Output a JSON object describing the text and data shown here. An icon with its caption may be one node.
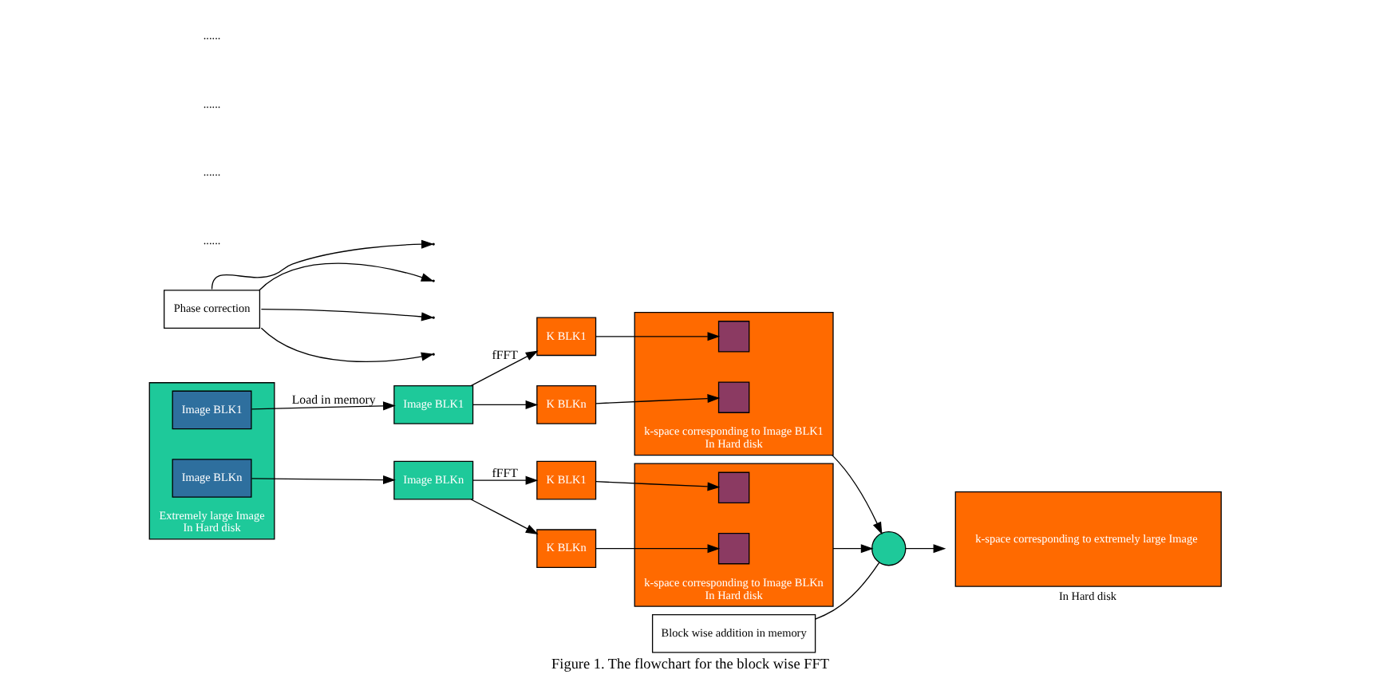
{
  "diagram": {
    "caption": "Figure 1. The flowchart for the block wise FFT",
    "nodes": [
      {
        "text": [
          "Extremely large Image"
        ],
        "beside": [
          "In Hard disk"
        ]
      },
      {
        "text": [
          "Image BLK1"
        ],
        "in": 0
      },
      {
        "text": [
          "Image BLKn"
        ],
        "in": 0
      },
      {
        "text": [
          "Image BLK1"
        ]
      },
      {
        "text": [
          "Image BLKn"
        ]
      },
      {
        "text": [
          "K BLK1"
        ]
      },
      {
        "text": [
          "K BLKn"
        ]
      },
      {
        "text": [
          "K BLK1"
        ]
      },
      {
        "text": [
          "K BLKn"
        ]
      },
      {
        "text": [
          "k-space corresponding to Image BLK1"
        ],
        "beside": [
          "In Hard disk"
        ]
      },
      {
        "text": [],
        "shape": "box",
        "in": 9
      },
      {
        "text": [],
        "shape": "box",
        "in": 9
      },
      {
        "text": [
          "k-space corresponding to Image BLKn"
        ],
        "beside": [
          "In Hard disk"
        ]
      },
      {
        "text": [],
        "shape": "box",
        "in": 12
      },
      {
        "text": [],
        "shape": "box",
        "in": 12
      },
      {
        "text": [],
        "shape": "circle"
      },
      {
        "text": [
          "k-space corresponding to extremely large Image"
        ],
        "beside": [
          "In Hard disk"
        ]
      },
      {
        "text": [
          "Phase correction"
        ]
      },
      {
        "text": [
          "Block wise addition in memory"
        ]
      }
    ],
    "edges": [
      {
        "from": 1,
        "to": 3,
        "arrow": "to",
        "label": "Load in memory"
      },
      {
        "from": 2,
        "to": 4,
        "arrow": "to"
      },
      {
        "from": 3,
        "to": 5,
        "arrow": "to",
        "label": "fFFT"
      },
      {
        "from": 3,
        "to": 6,
        "arrow": "to"
      },
      {
        "from": 4,
        "to": 7,
        "arrow": "to",
        "label": "fFFT"
      },
      {
        "from": 4,
        "to": 8,
        "arrow": "to"
      },
      {
        "from": 5,
        "to": 10,
        "arrow": "to"
      },
      {
        "from": 6,
        "to": 11,
        "arrow": "to"
      },
      {
        "from": 7,
        "to": 13,
        "arrow": "to"
      },
      {
        "from": 8,
        "to": 14,
        "arrow": "to"
      },
      {
        "from": 17,
        "to": null,
        "arrow": "to"
      },
      {
        "from": 17,
        "to": null,
        "arrow": "to"
      },
      {
        "from": 17,
        "to": null,
        "arrow": "to"
      },
      {
        "from": 17,
        "to": null,
        "arrow": "to"
      },
      {
        "from": 9,
        "to": 15,
        "arrow": "to"
      },
      {
        "from": 12,
        "to": 15,
        "arrow": "to"
      },
      {
        "from": 15,
        "to": 16,
        "arrow": "to"
      },
      {
        "from": 18,
        "to": 15,
        "arrow": "none"
      }
    ],
    "labels": [
      "......",
      "......",
      "......",
      "......"
    ]
  }
}
